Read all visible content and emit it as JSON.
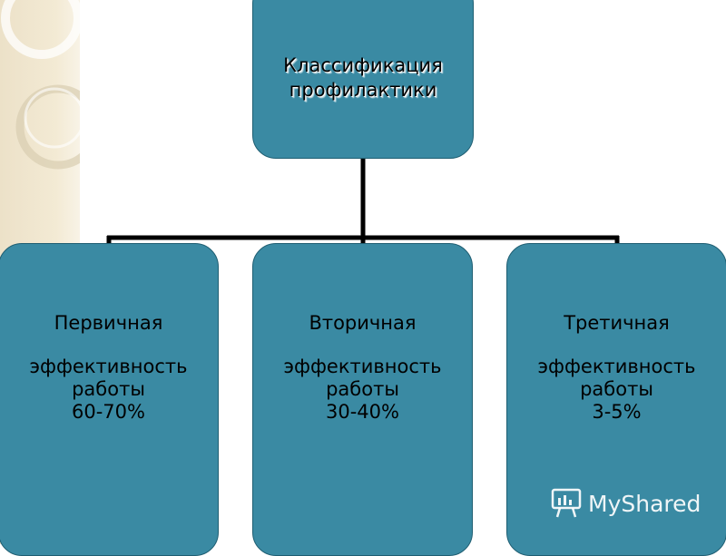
{
  "diagram": {
    "root": {
      "title_lines": [
        "Классификация",
        "профилактики"
      ]
    },
    "children": [
      {
        "name": "Первичная",
        "line2": "эффективность",
        "line3": "работы",
        "value": "60-70%"
      },
      {
        "name": "Вторичная",
        "line2": "эффективность",
        "line3": "работы",
        "value": "30-40%"
      },
      {
        "name": "Третичная",
        "line2": "эффективность",
        "line3": "работы",
        "value": "3-5%"
      }
    ]
  },
  "watermark": {
    "text": "MyShared",
    "icon": "presentation-board-icon"
  },
  "colors": {
    "box_fill": "#3a8aa3",
    "box_border": "#1f5e72",
    "connector": "#000000",
    "side_strip": "#f3ead4"
  }
}
